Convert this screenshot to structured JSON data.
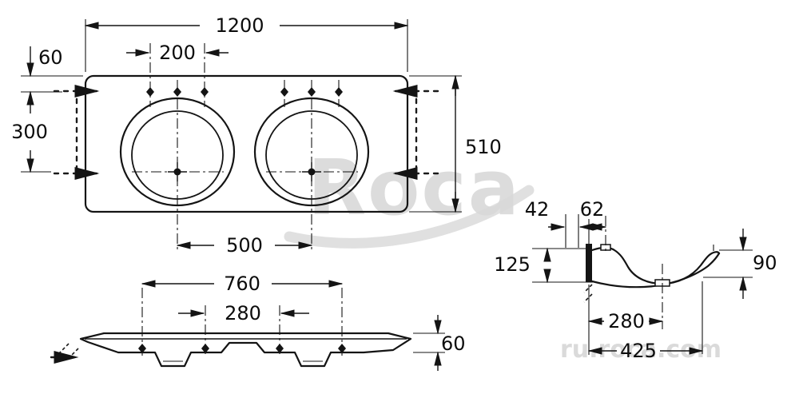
{
  "watermark": {
    "brand": "Roca",
    "site": "ru.roca.com"
  },
  "top_view": {
    "overall_width": "1200",
    "tap_spacing": "200",
    "edge_to_taps": "60",
    "taps_to_drain": "300",
    "overall_depth": "510",
    "bowl_centres": "500"
  },
  "front_view": {
    "outer_fixings": "760",
    "inner_fixings": "280",
    "apron_height": "60"
  },
  "side_view": {
    "dim_42": "42",
    "dim_62": "62",
    "front_height": "125",
    "rim_height": "90",
    "wall_to_drain": "280",
    "projection": "425"
  }
}
